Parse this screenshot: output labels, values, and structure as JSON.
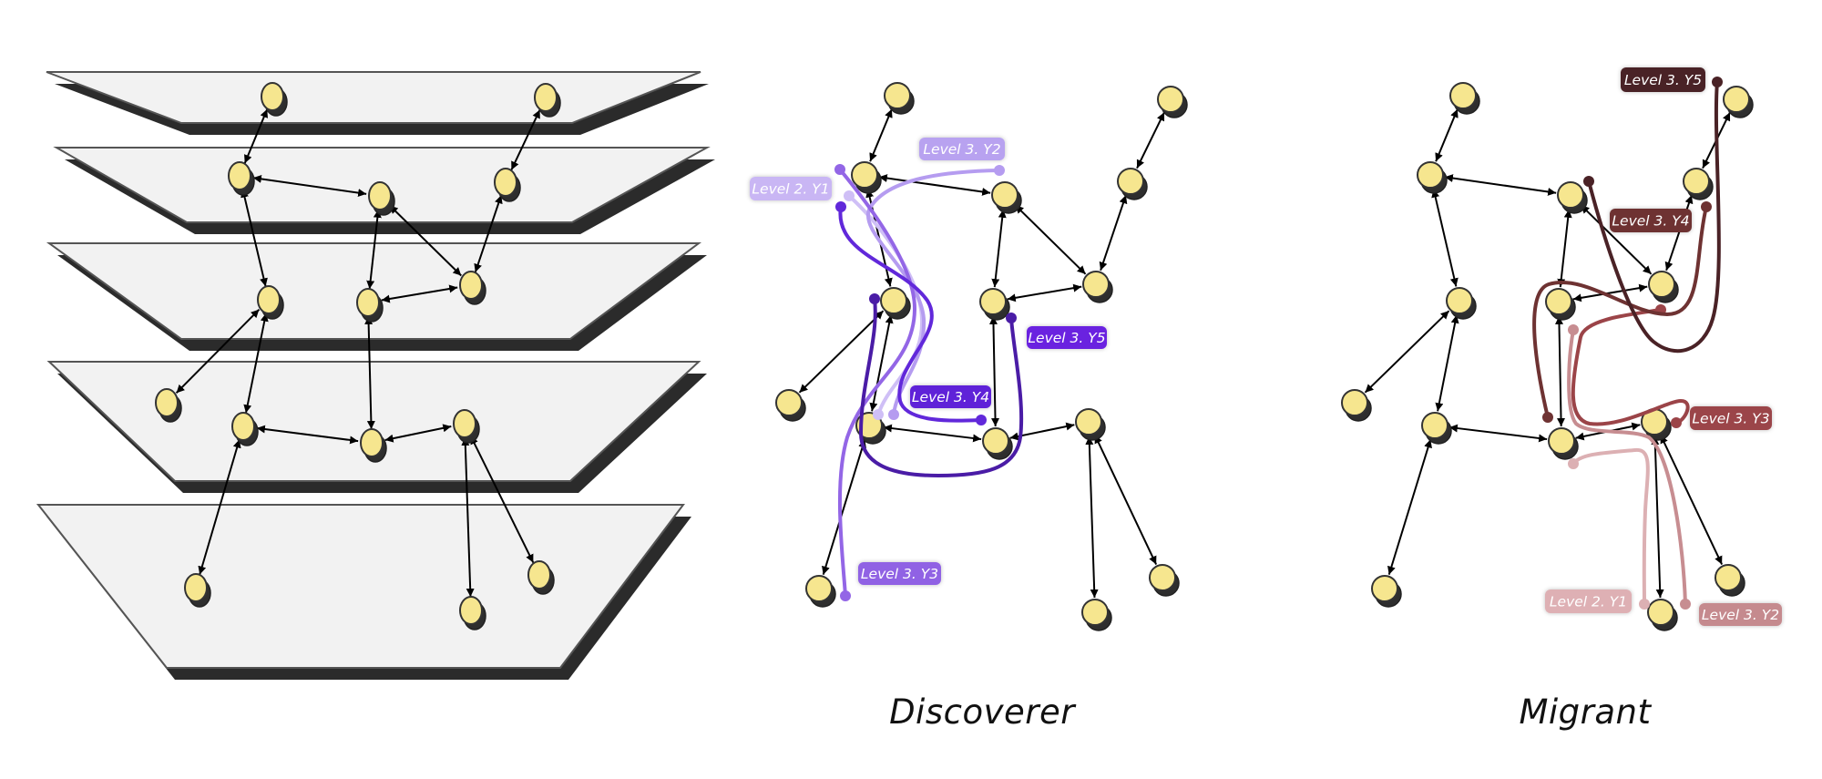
{
  "figure": {
    "panels": [
      {
        "id": "layers",
        "title": ""
      },
      {
        "id": "discoverer",
        "title": "Discoverer"
      },
      {
        "id": "migrant",
        "title": "Migrant"
      }
    ],
    "colors": {
      "plane_fill": "#f2f2f2",
      "plane_shadow": "#2b2b2b",
      "plane_border": "#555555",
      "node_fill": "#f6e68f",
      "node_border": "#333333",
      "node_shadow": "#2e2e2e",
      "edge": "#000000"
    },
    "layer_count": 5,
    "discoverer": {
      "trails": [
        {
          "key": "y1",
          "label": "Level 2. Y1",
          "line_color": "#cfbff6",
          "label_color": "#c9b6f4"
        },
        {
          "key": "y2",
          "label": "Level 3. Y2",
          "line_color": "#b59cf0",
          "label_color": "#b8a2f0"
        },
        {
          "key": "y3",
          "label": "Level 3. Y3",
          "line_color": "#9366e6",
          "label_color": "#9062e4"
        },
        {
          "key": "y4",
          "label": "Level 3. Y4",
          "line_color": "#6128da",
          "label_color": "#5e22d8"
        },
        {
          "key": "y5",
          "label": "Level 3. Y5",
          "line_color": "#4a1ca6",
          "label_color": "#6a22e0"
        }
      ]
    },
    "migrant": {
      "trails": [
        {
          "key": "y1",
          "label": "Level 2. Y1",
          "line_color": "#dcb0b3",
          "label_color": "#deb0b4"
        },
        {
          "key": "y2",
          "label": "Level 3. Y2",
          "line_color": "#c78d91",
          "label_color": "#c58a8e"
        },
        {
          "key": "y3",
          "label": "Level 3. Y3",
          "line_color": "#9b4448",
          "label_color": "#9b4448"
        },
        {
          "key": "y4",
          "label": "Level 3. Y4",
          "line_color": "#6e3232",
          "label_color": "#6e3232"
        },
        {
          "key": "y5",
          "label": "Level 3. Y5",
          "line_color": "#4a2226",
          "label_color": "#4a2226"
        }
      ]
    }
  }
}
